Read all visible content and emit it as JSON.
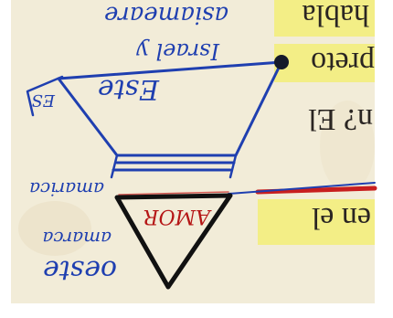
{
  "printed_lines": [
    "habla",
    "preto",
    "n? El",
    "en el"
  ],
  "handwriting": {
    "top_line_1": "Este",
    "top_line_2": "Israel y",
    "top_line_3": "asiameare",
    "left_side": "ES",
    "band_label": "amarica",
    "triangle_label": "AMOR",
    "bottom_line_1": "oeste",
    "bottom_line_2": "amarca"
  },
  "colors": {
    "paper": "#f2ecd8",
    "highlight": "#f3ee86",
    "blue_ink": "#1f3fb0",
    "red_ink": "#c81e1e",
    "black_ink": "#111111",
    "print": "#2a2522"
  }
}
